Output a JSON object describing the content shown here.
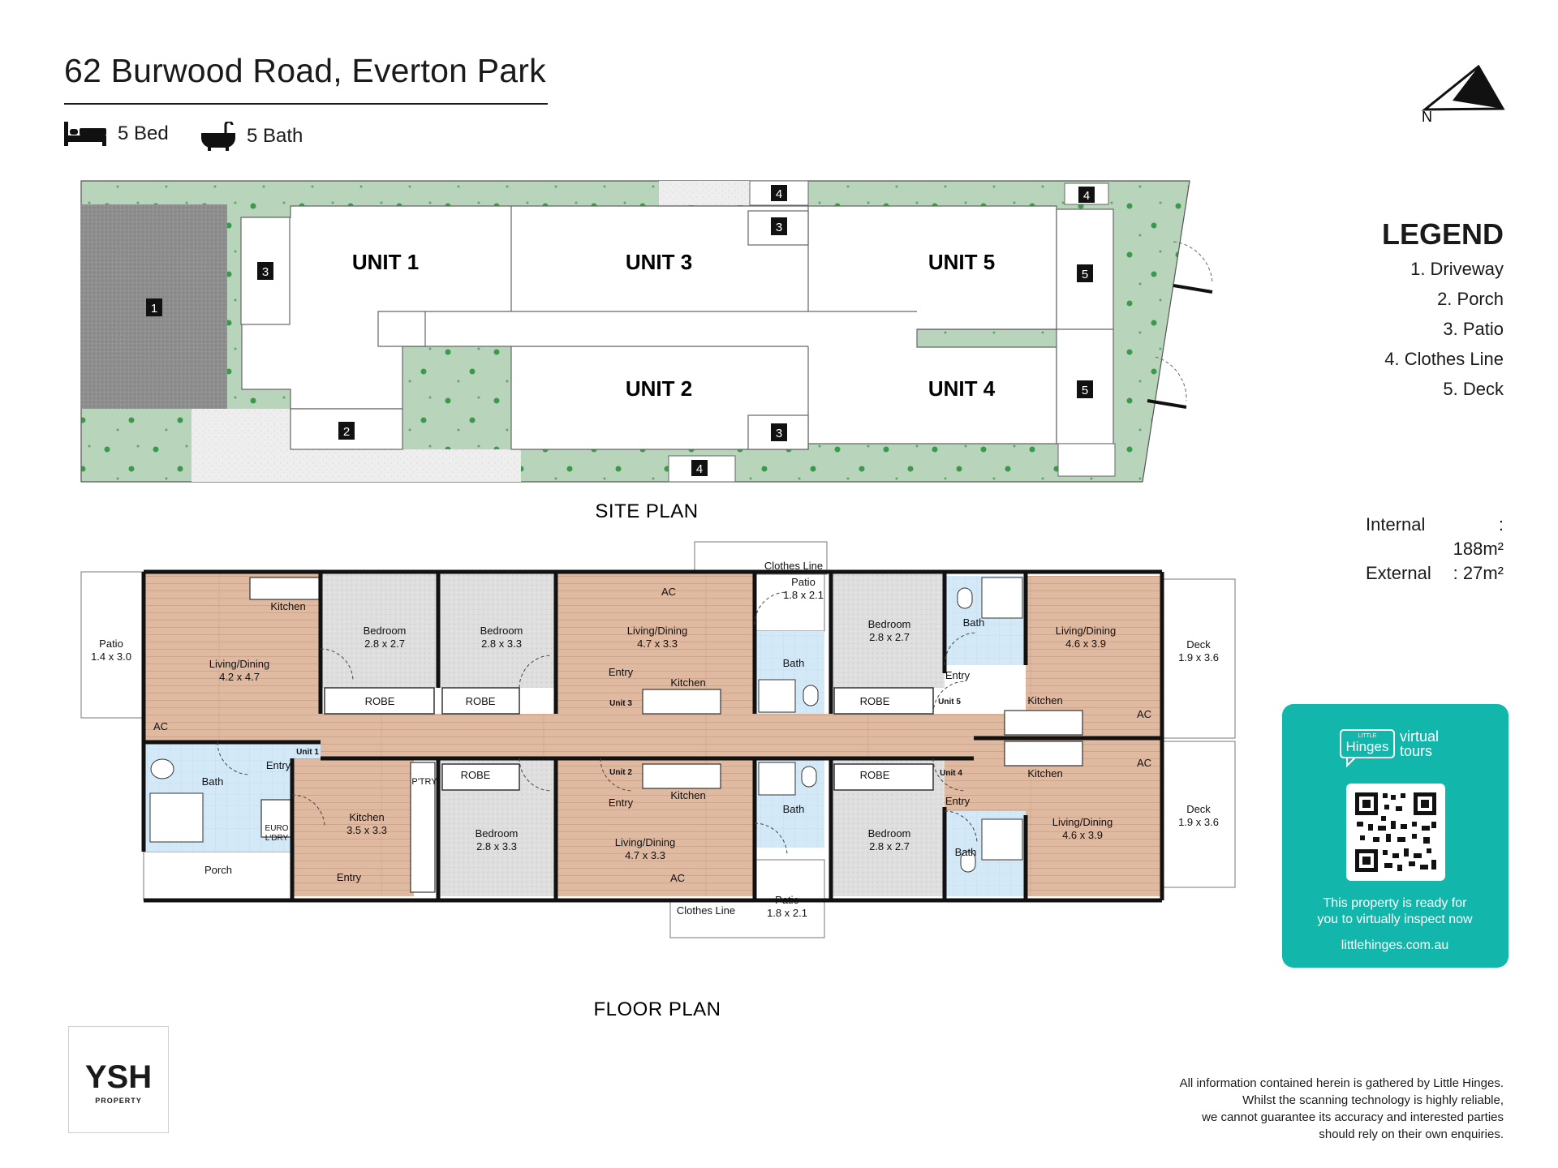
{
  "header": {
    "title": "62 Burwood Road, Everton Park",
    "beds": "5 Bed",
    "baths": "5 Bath",
    "north_label": "N"
  },
  "legend": {
    "title": "LEGEND",
    "items": [
      "1. Driveway",
      "2. Porch",
      "3. Patio",
      "4. Clothes Line",
      "5. Deck"
    ]
  },
  "areas": {
    "internal_label": "Internal",
    "internal_value": ": 188m²",
    "external_label": "External",
    "external_value": ":  27m²"
  },
  "site_plan": {
    "caption": "SITE PLAN",
    "units": [
      "UNIT 1",
      "UNIT 3",
      "UNIT 5",
      "UNIT 2",
      "UNIT 4"
    ],
    "markers": [
      "1",
      "2",
      "3",
      "3",
      "3",
      "4",
      "4",
      "4",
      "5",
      "5"
    ]
  },
  "floor_plan": {
    "caption": "FLOOR PLAN",
    "rooms": {
      "patio_w": "Patio",
      "patio_w_size": "1.4 x 3.0",
      "kitchen_u1_top": "Kitchen",
      "living_u1": "Living/Dining",
      "living_u1_size": "4.2 x 4.7",
      "bed_a": "Bedroom",
      "bed_a_size": "2.8 x 2.7",
      "bed_b": "Bedroom",
      "bed_b_size": "2.8 x 3.3",
      "robe_1": "ROBE",
      "robe_2": "ROBE",
      "ac_1": "AC",
      "ac_2": "AC",
      "ac_3": "AC",
      "ac_4": "AC",
      "ac_5": "AC",
      "living_u3": "Living/Dining",
      "living_u3_size": "4.7 x 3.3",
      "entry_u3": "Entry",
      "unit3": "Unit 3",
      "kitchen_u3": "Kitchen",
      "clothes_top": "Clothes Line",
      "patio_top": "Patio",
      "patio_top_size": "1.8 x 2.1",
      "bath_u3": "Bath",
      "bed_u5": "Bedroom",
      "bed_u5_size": "2.8 x 2.7",
      "robe_u5": "ROBE",
      "bath_u5": "Bath",
      "entry_u5": "Entry",
      "unit5": "Unit 5",
      "living_u5": "Living/Dining",
      "living_u5_size": "4.6 x 3.9",
      "kitchen_u5": "Kitchen",
      "deck_top": "Deck",
      "deck_top_size": "1.9 x 3.6",
      "bath_u1": "Bath",
      "entry_u1": "Entry",
      "unit1": "Unit 1",
      "euro": "EURO",
      "ldry": "L'DRY",
      "kitchen_u1": "Kitchen",
      "kitchen_u1_size": "3.5 x 3.3",
      "porch": "Porch",
      "entry_porch": "Entry",
      "ptry": "P'TRY",
      "robe_u2": "ROBE",
      "bed_u2": "Bedroom",
      "bed_u2_size": "2.8 x 3.3",
      "unit2": "Unit 2",
      "kitchen_u2": "Kitchen",
      "entry_u2": "Entry",
      "living_u2": "Living/Dining",
      "living_u2_size": "4.7 x 3.3",
      "clothes_bot": "Clothes Line",
      "bath_u2": "Bath",
      "patio_bot": "Patio",
      "patio_bot_size": "1.8 x 2.1",
      "robe_u4": "ROBE",
      "bed_u4": "Bedroom",
      "bed_u4_size": "2.8 x 2.7",
      "bath_u4": "Bath",
      "entry_u4": "Entry",
      "unit4": "Unit 4",
      "kitchen_u4": "Kitchen",
      "living_u4": "Living/Dining",
      "living_u4_size": "4.6 x 3.9",
      "deck_bot": "Deck",
      "deck_bot_size": "1.9 x 3.6"
    }
  },
  "virtual_tour": {
    "brand_small": "LITTLE",
    "brand": "Hinges",
    "virtual": "virtual",
    "tours": "tours",
    "line1": "This property is ready for",
    "line2": "you to virtually inspect now",
    "url": "littlehinges.com.au"
  },
  "disclaimer": {
    "line1": "All information contained herein is gathered by Little Hinges.",
    "line2": "Whilst the scanning technology is highly reliable,",
    "line3": "we cannot guarantee its accuracy and interested parties",
    "line4": "should rely on their own enquiries."
  },
  "agency": {
    "name": "YSH",
    "sub": "PROPERTY"
  },
  "colors": {
    "wood": "#e0b9a1",
    "carpet": "#dcdcdc",
    "tile": "#d2e8f6",
    "garden": "#b7d3b9",
    "teal": "#13b6aa"
  }
}
